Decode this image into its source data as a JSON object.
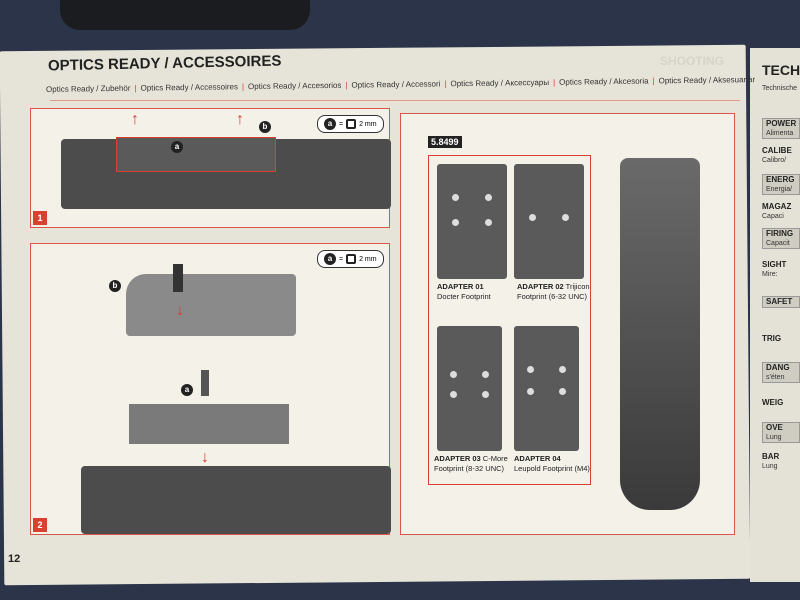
{
  "page": {
    "title": "OPTICS READY / ACCESSOIRES",
    "subtitles": [
      "Optics Ready / Zubehör",
      "Optics Ready / Accessoires",
      "Optics Ready / Accesorios",
      "Optics Ready / Accessori",
      "Optics Ready / Аксессуары",
      "Optics Ready / Akcesoria",
      "Optics Ready / Aksesuarlar"
    ],
    "section_tag": "SHOOTING",
    "page_number": "12"
  },
  "step1": {
    "number": "1",
    "legend_a": "a",
    "legend_eq": "=",
    "legend_size": "2 mm",
    "label_a": "a",
    "label_b": "b"
  },
  "step2": {
    "number": "2",
    "legend_a": "a",
    "legend_eq": "=",
    "legend_size": "2 mm",
    "label_a": "a",
    "label_b": "b"
  },
  "adapters": {
    "code": "5.8499",
    "items": [
      {
        "name": "ADAPTER 01",
        "desc": "Docter Footprint"
      },
      {
        "name": "ADAPTER 02",
        "desc": "Trijicon Footprint (6-32 UNC)"
      },
      {
        "name": "ADAPTER 03",
        "desc": "C-More Footprint (8-32 UNC)"
      },
      {
        "name": "ADAPTER 04",
        "desc": "Leupold Footprint (M4)"
      }
    ]
  },
  "right_page": {
    "title": "TECHN",
    "subtitle": "Technische",
    "rows": [
      {
        "h": "POWER",
        "s": "Alimenta"
      },
      {
        "h": "CALIBE",
        "s": "Calibro/"
      },
      {
        "h": "ENERG",
        "s": "Energia/"
      },
      {
        "h": "MAGAZ",
        "s": "Capaci"
      },
      {
        "h": "FIRING",
        "s": "Capacit"
      },
      {
        "h": "SIGHT",
        "s": "Mire:"
      },
      {
        "h": "SAFET",
        "s": ""
      },
      {
        "h": "TRIG",
        "s": ""
      },
      {
        "h": "DANG",
        "s": "s'éten"
      },
      {
        "h": "WEIG",
        "s": ""
      },
      {
        "h": "OVE",
        "s": "Lung"
      },
      {
        "h": "BAR",
        "s": "Lung"
      }
    ]
  }
}
